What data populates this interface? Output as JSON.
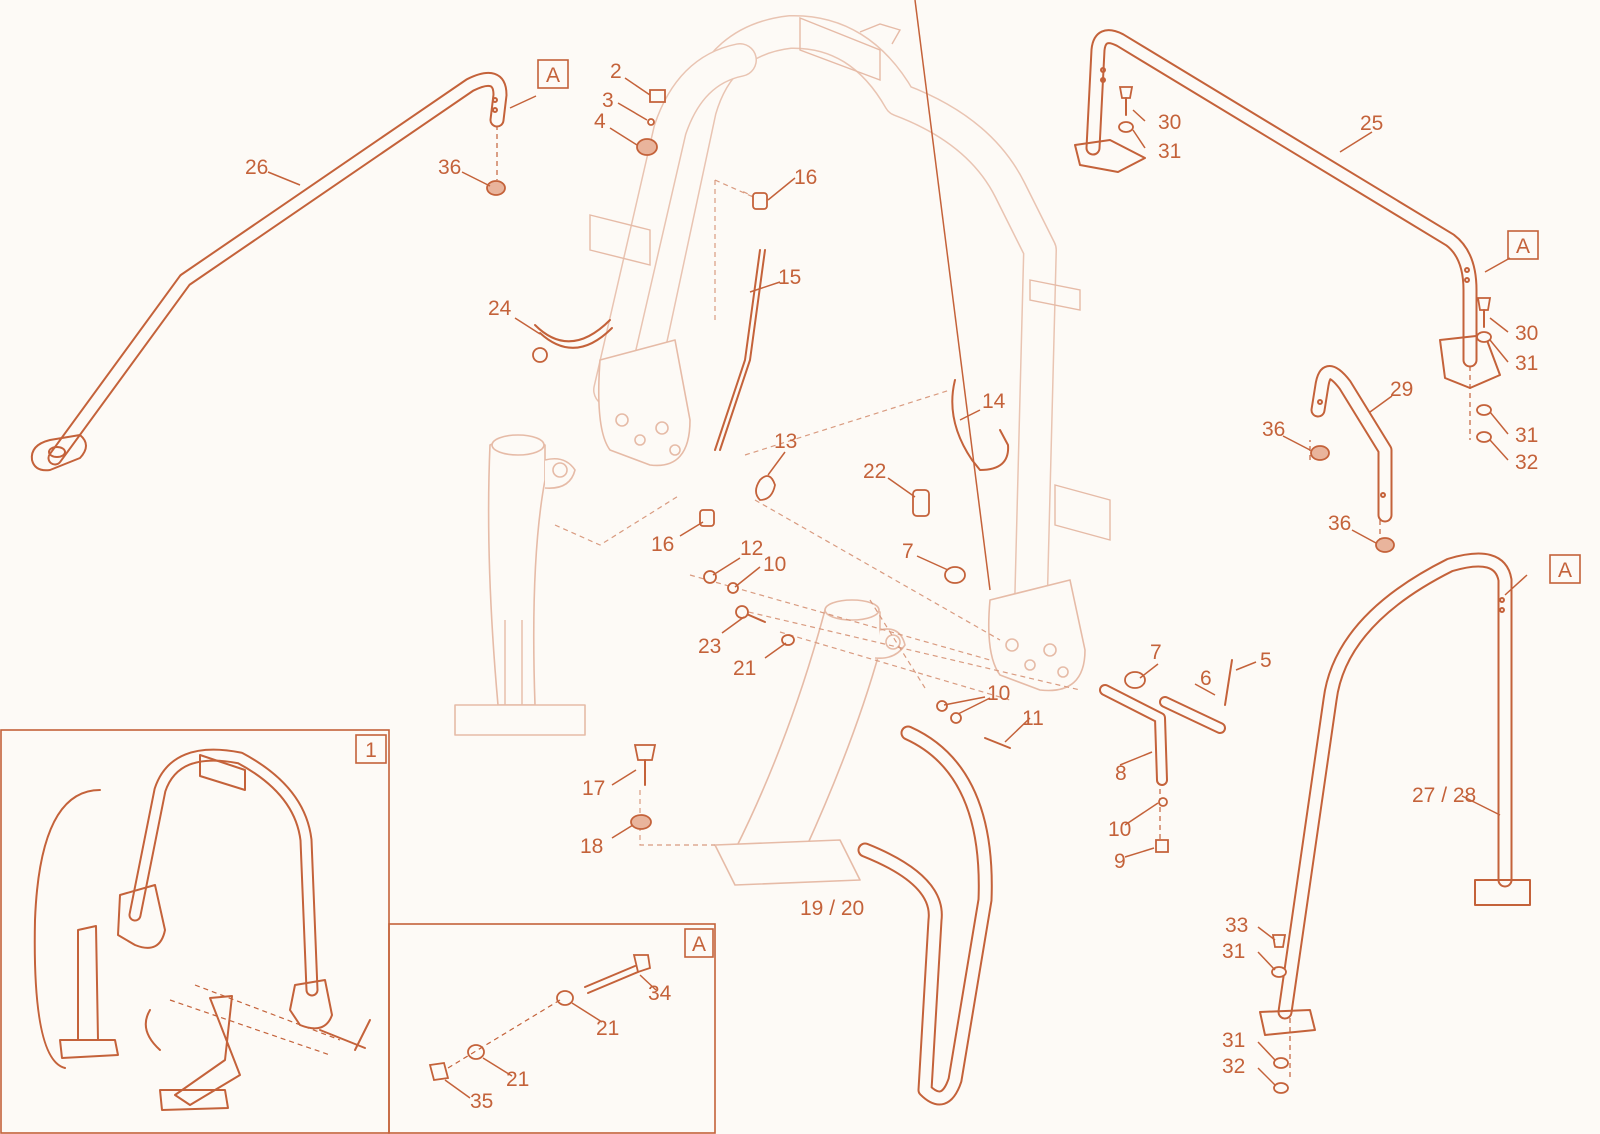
{
  "colors": {
    "line": "#c4623a",
    "ghost": "#e6bba7",
    "background": "#fdfaf6"
  },
  "view_labels": {
    "A": "A",
    "one": "1"
  },
  "callouts": {
    "c2": "2",
    "c3": "3",
    "c4": "4",
    "c5": "5",
    "c6": "6",
    "c7a": "7",
    "c7b": "7",
    "c8": "8",
    "c9": "9",
    "c10a": "10",
    "c10b": "10",
    "c10c": "10",
    "c11": "11",
    "c12": "12",
    "c13": "13",
    "c14": "14",
    "c15": "15",
    "c16a": "16",
    "c16b": "16",
    "c17": "17",
    "c18": "18",
    "c19_20": "19 / 20",
    "c21a": "21",
    "c21b": "21",
    "c21c": "21",
    "c22": "22",
    "c23": "23",
    "c24": "24",
    "c25": "25",
    "c26": "26",
    "c27_28": "27 / 28",
    "c29": "29",
    "c30a": "30",
    "c30b": "30",
    "c31a": "31",
    "c31b": "31",
    "c31c": "31",
    "c31d": "31",
    "c31e": "31",
    "c32a": "32",
    "c32b": "32",
    "c33": "33",
    "c34": "34",
    "c35": "35",
    "c36a": "36",
    "c36b": "36",
    "c36c": "36"
  }
}
